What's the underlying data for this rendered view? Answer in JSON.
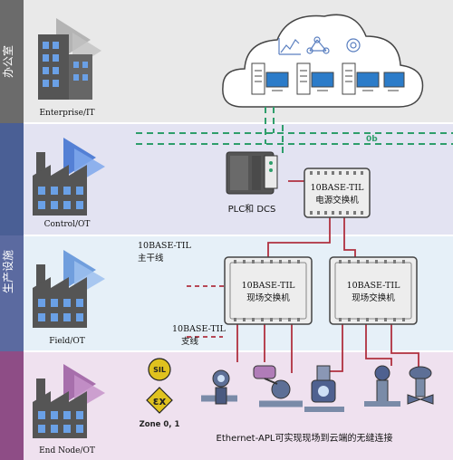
{
  "side_labels": {
    "office": "办公室",
    "production": "生产设施"
  },
  "levels": [
    {
      "id": "enterprise",
      "label": "Enterprise/IT",
      "color": "#e9e9e9"
    },
    {
      "id": "control",
      "label": "Control/OT",
      "color": "#e3e3f2"
    },
    {
      "id": "field",
      "label": "Field/OT",
      "color": "#e6f0f8"
    },
    {
      "id": "endnode",
      "label": "End Node/OT",
      "color": "#efe1ef"
    }
  ],
  "labels": {
    "ob": "0b",
    "plc": "PLC和 DCS",
    "power_switch_1": "10BASE-TIL",
    "power_switch_2": "电源交换机",
    "trunk_1": "10BASE-TIL",
    "trunk_2": "主干线",
    "field_switch_a_1": "10BASE-TIL",
    "field_switch_a_2": "现场交换机",
    "field_switch_b_1": "10BASE-TIL",
    "field_switch_b_2": "现场交换机",
    "spur_1": "10BASE-TIL",
    "spur_2": "支线",
    "sil": "SIL",
    "ex": "εx",
    "zone": "Zone 0, 1",
    "caption": "Ethernet-APL可实现现场到云端的无缝连接"
  },
  "colors": {
    "side_top": "#6b6b6b",
    "side_mid": "#3e5a8f",
    "side_bottom": "#8e4d86",
    "green": "#2e9e6b",
    "red": "#b0303f",
    "switch": "#ededed",
    "badge": "#e0c21e"
  }
}
